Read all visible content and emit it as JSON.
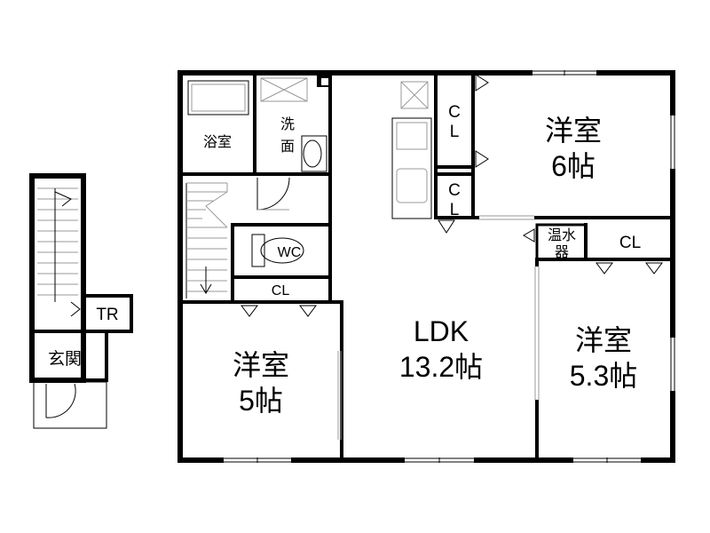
{
  "rooms": {
    "bath": "浴室",
    "wash_1": "洗",
    "wash_2": "面",
    "closet_a_1": "C",
    "closet_a_2": "L",
    "closet_b_1": "C",
    "closet_b_2": "L",
    "wc": "WC",
    "closet_stair": "CL",
    "closet_east": "CL",
    "water_heater_1": "温水",
    "water_heater_2": "器",
    "western_ne_name": "洋室",
    "western_ne_size": "6帖",
    "western_sw_name": "洋室",
    "western_sw_size": "5帖",
    "ldk_name": "LDK",
    "ldk_size": "13.2帖",
    "western_se_name": "洋室",
    "western_se_size": "5.3帖",
    "trunk_room": "TR",
    "entrance": "玄関"
  }
}
